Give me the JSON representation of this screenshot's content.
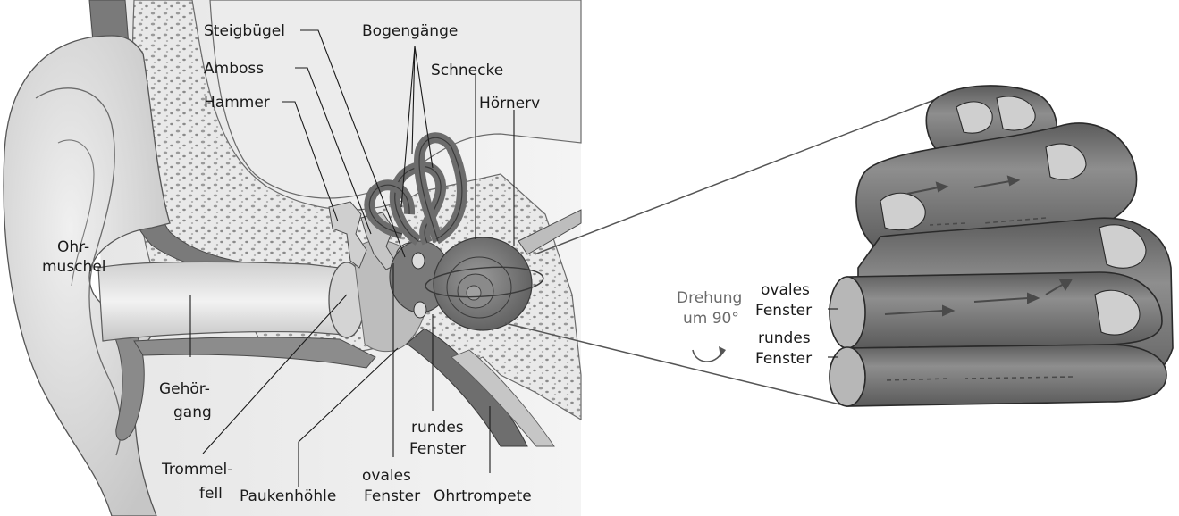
{
  "labels": {
    "steigbuegel": "Steigbügel",
    "bogengaenge": "Bogengänge",
    "amboss": "Amboss",
    "schnecke": "Schnecke",
    "hammer": "Hammer",
    "hoernerv": "Hörnerv",
    "ohrmuschel_1": "Ohr-",
    "ohrmuschel_2": "muschel",
    "gehoergang_1": "Gehör-",
    "gehoergang_2": "gang",
    "trommelfell_1": "Trommel-",
    "trommelfell_2": "fell",
    "paukenhoehle": "Paukenhöhle",
    "ovales_fenster_1": "ovales",
    "ovales_fenster_2": "Fenster",
    "ohrtrompete": "Ohrtrompete",
    "rundes_fenster_1": "rundes",
    "rundes_fenster_2": "Fenster"
  },
  "detail": {
    "drehung_1": "Drehung",
    "drehung_2": "um 90°",
    "ovales_1": "ovales",
    "ovales_2": "Fenster",
    "rundes_1": "rundes",
    "rundes_2": "Fenster"
  },
  "colors": {
    "tissue_light": "#dcdcdc",
    "tissue_mid": "#a9a9a9",
    "tissue_dark": "#6e6e6e",
    "cochlea": "#7d7d7d",
    "bone_speckle": "#9a9a9a",
    "text": "#1a1a1a",
    "annotation_grey": "#6b6b6b"
  }
}
